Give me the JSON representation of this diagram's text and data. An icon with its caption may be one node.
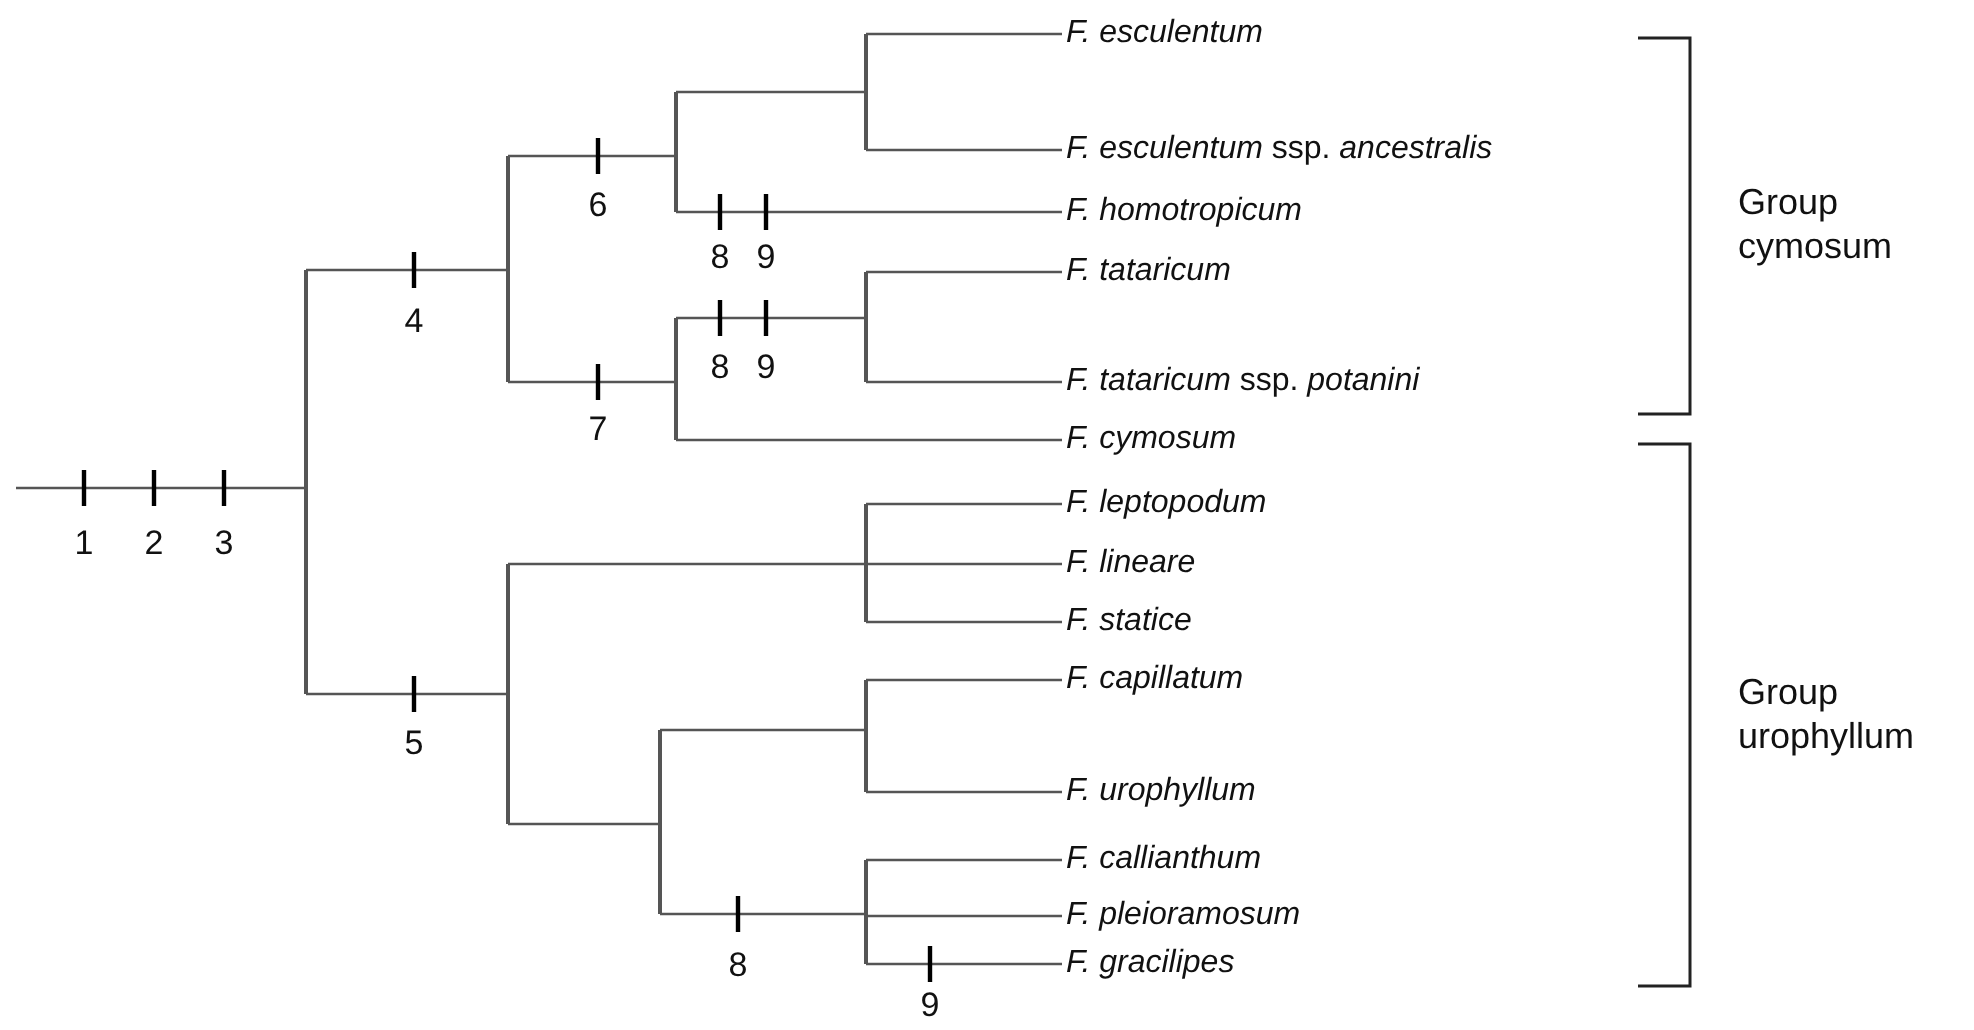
{
  "diagram": {
    "nodes": [
      {
        "text": [],
        "shape": "bar"
      },
      {
        "text": [],
        "shape": "bar"
      },
      {
        "text": [],
        "shape": "bar"
      },
      {
        "text": [],
        "shape": "bar"
      },
      {
        "text": [
          "F. esculentum"
        ]
      },
      {
        "text": [
          "*F. esculentum* ssp. *ancestralis*"
        ]
      },
      {
        "text": [
          "F. homotropicum"
        ]
      },
      {
        "text": [],
        "shape": "bar"
      },
      {
        "text": [],
        "shape": "bar"
      },
      {
        "text": [
          "F. tataricum"
        ]
      },
      {
        "text": [
          "*F. tataricum* ssp. *potanini*"
        ]
      },
      {
        "text": [
          "F. cymosum"
        ]
      },
      {
        "text": [],
        "shape": "bar"
      },
      {
        "text": [],
        "shape": "bar"
      },
      {
        "text": [
          "F. leptopodum"
        ]
      },
      {
        "text": [
          "F. lineare"
        ]
      },
      {
        "text": [
          "F. statice"
        ]
      },
      {
        "text": [],
        "shape": "bar"
      },
      {
        "text": [],
        "shape": "bar"
      },
      {
        "text": [
          "F. capillatum"
        ]
      },
      {
        "text": [
          "F. urophyllum"
        ]
      },
      {
        "text": [],
        "shape": "bar"
      },
      {
        "text": [
          "F. callianthum"
        ]
      },
      {
        "text": [
          "F. pleioramosum"
        ]
      },
      {
        "text": [
          "F. gracilipes"
        ]
      }
    ],
    "edges": [
      {
        "from": null,
        "to": 0,
        "arrow": "none"
      },
      {
        "from": 0,
        "to": 1,
        "arrow": "none"
      },
      {
        "from": 1,
        "to": 2,
        "arrow": "none"
      },
      {
        "from": 2,
        "to": 3,
        "arrow": "none"
      },
      {
        "from": 3,
        "to": 4,
        "arrow": "none"
      },
      {
        "from": 3,
        "to": 5,
        "arrow": "none"
      },
      {
        "from": 2,
        "to": 6,
        "arrow": "none"
      },
      {
        "from": 1,
        "to": 7,
        "arrow": "none"
      },
      {
        "from": 7,
        "to": 8,
        "arrow": "none"
      },
      {
        "from": 8,
        "to": 9,
        "arrow": "none"
      },
      {
        "from": 8,
        "to": 10,
        "arrow": "none"
      },
      {
        "from": 7,
        "to": 11,
        "arrow": "none"
      },
      {
        "from": 0,
        "to": 12,
        "arrow": "none"
      },
      {
        "from": 12,
        "to": 13,
        "arrow": "none"
      },
      {
        "from": 13,
        "to": 14,
        "arrow": "none"
      },
      {
        "from": 13,
        "to": 15,
        "arrow": "none"
      },
      {
        "from": 13,
        "to": 16,
        "arrow": "none"
      },
      {
        "from": 12,
        "to": 17,
        "arrow": "none"
      },
      {
        "from": 17,
        "to": 18,
        "arrow": "none"
      },
      {
        "from": 18,
        "to": 19,
        "arrow": "none"
      },
      {
        "from": 18,
        "to": 20,
        "arrow": "none"
      },
      {
        "from": 17,
        "to": 21,
        "arrow": "none"
      },
      {
        "from": 21,
        "to": 22,
        "arrow": "none"
      },
      {
        "from": 21,
        "to": 23,
        "arrow": "none"
      },
      {
        "from": 21,
        "to": 24,
        "arrow": "none"
      }
    ],
    "labels": [
      "6",
      "8",
      "9",
      "4",
      "8",
      "9",
      "7",
      "1",
      "2",
      "3",
      "5",
      "8",
      "9",
      "Group cymosum",
      "Group urophyllum"
    ]
  }
}
